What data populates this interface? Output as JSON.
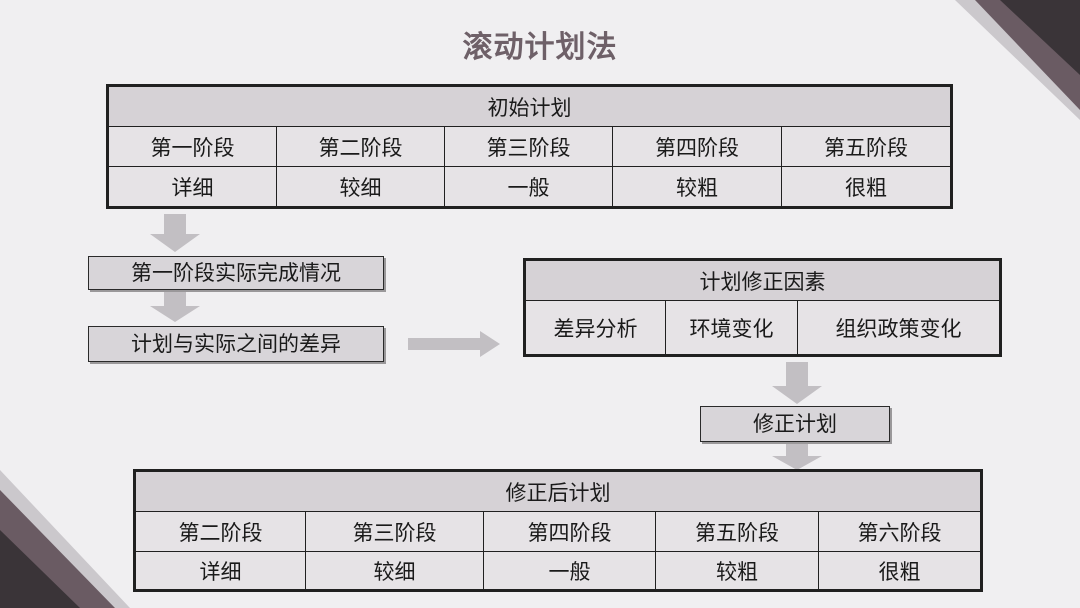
{
  "title": "滚动计划法",
  "initial_plan": {
    "header": "初始计划",
    "stages": [
      "第一阶段",
      "第二阶段",
      "第三阶段",
      "第四阶段",
      "第五阶段"
    ],
    "details": [
      "详细",
      "较细",
      "一般",
      "较粗",
      "很粗"
    ]
  },
  "boxes": {
    "actual_completion": "第一阶段实际完成情况",
    "difference": "计划与实际之间的差异",
    "revised_plan": "修正计划"
  },
  "correction_factors": {
    "header": "计划修正因素",
    "items": [
      "差异分析",
      "环境变化",
      "组织政策变化"
    ]
  },
  "revised_plan_table": {
    "header": "修正后计划",
    "stages": [
      "第二阶段",
      "第三阶段",
      "第四阶段",
      "第五阶段",
      "第六阶段"
    ],
    "details": [
      "详细",
      "较细",
      "一般",
      "较粗",
      "很粗"
    ]
  },
  "colors": {
    "title": "#6e6068",
    "background": "#f0eff1",
    "arrow": "#c2bfc3",
    "accent_dark": "#6a5b63"
  }
}
